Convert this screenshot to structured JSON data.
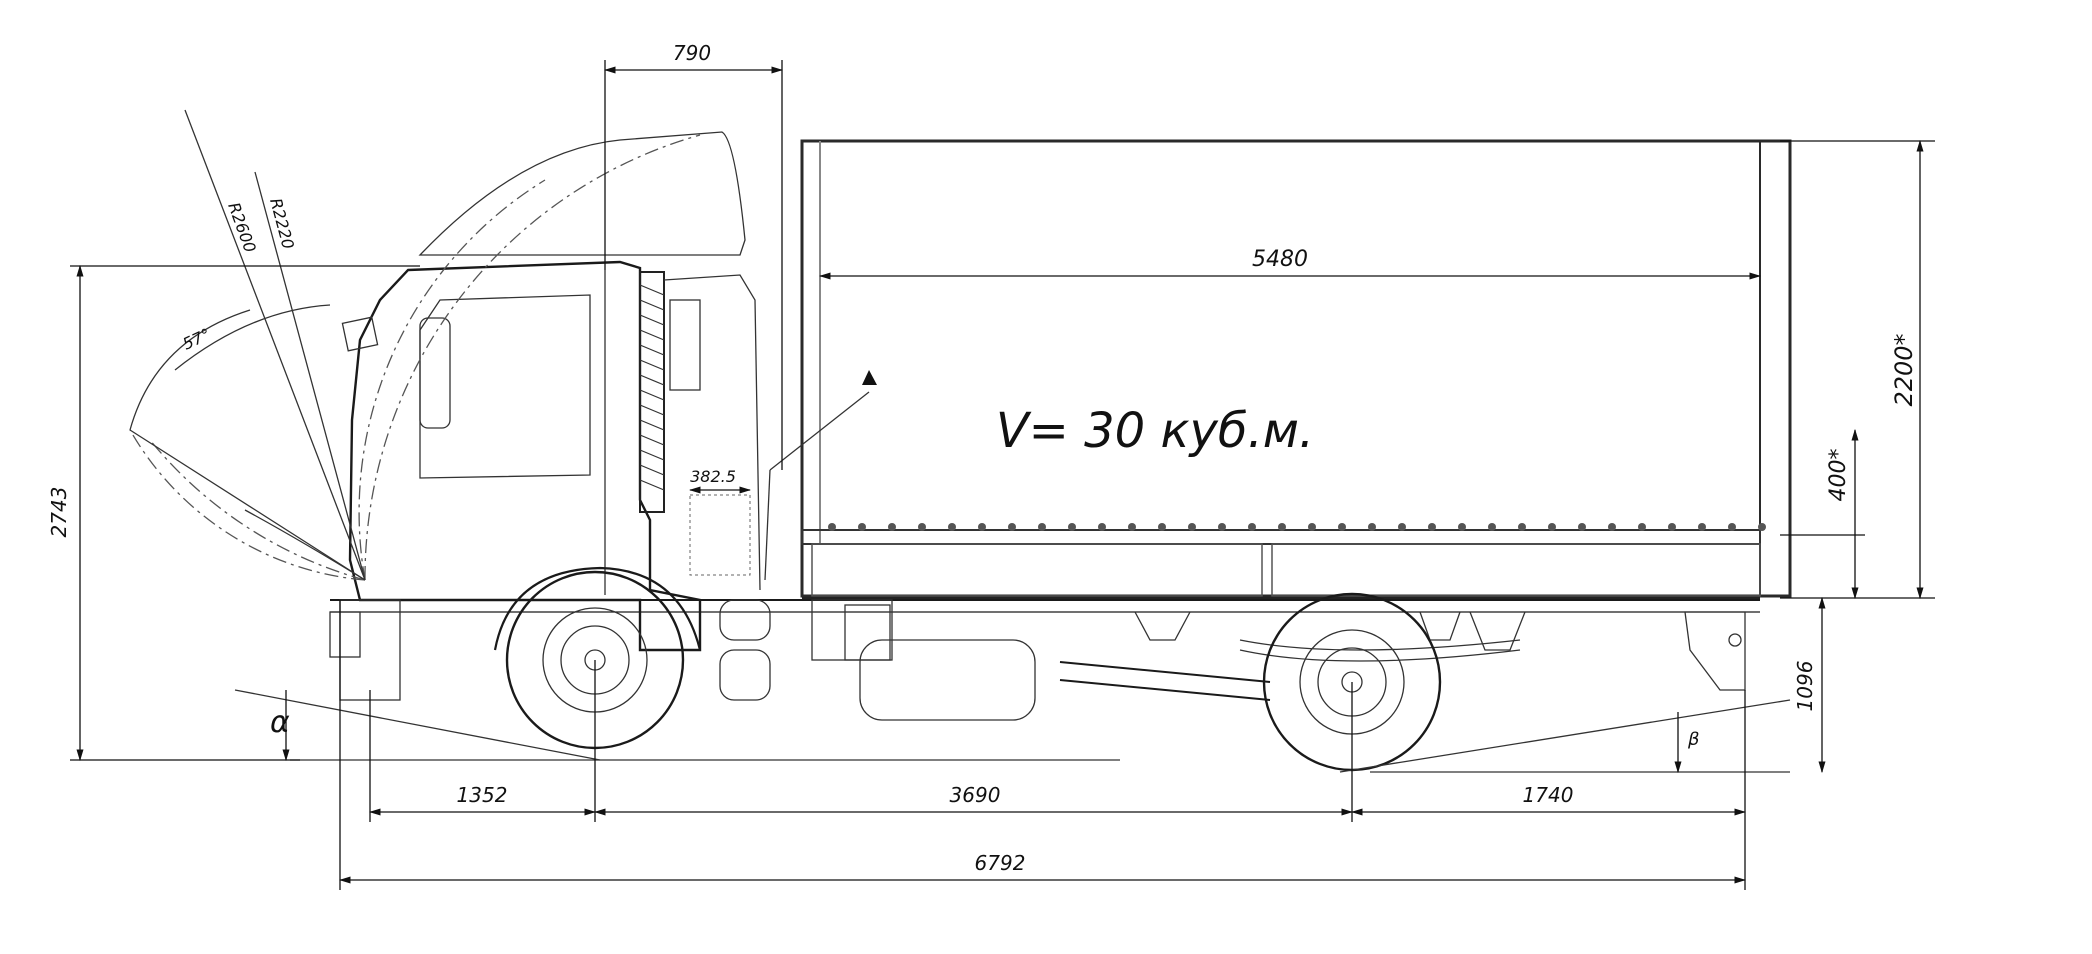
{
  "dimensions": {
    "overall_length": "6792",
    "front_overhang": "1352",
    "wheelbase": "3690",
    "rear_overhang": "1740",
    "cab_depth": "790",
    "body_length": "5480",
    "body_height": "2200*",
    "side_board_height": "400*",
    "floor_height": "1096",
    "cab_height": "2743",
    "gap": "382.5",
    "cab_tilt_radius_outer": "R2600",
    "cab_tilt_radius_inner": "R2220",
    "tilt_angle": "57°"
  },
  "volume_label": "V= 30 куб.м.",
  "angle_labels": {
    "approach": "α",
    "departure": "β"
  }
}
